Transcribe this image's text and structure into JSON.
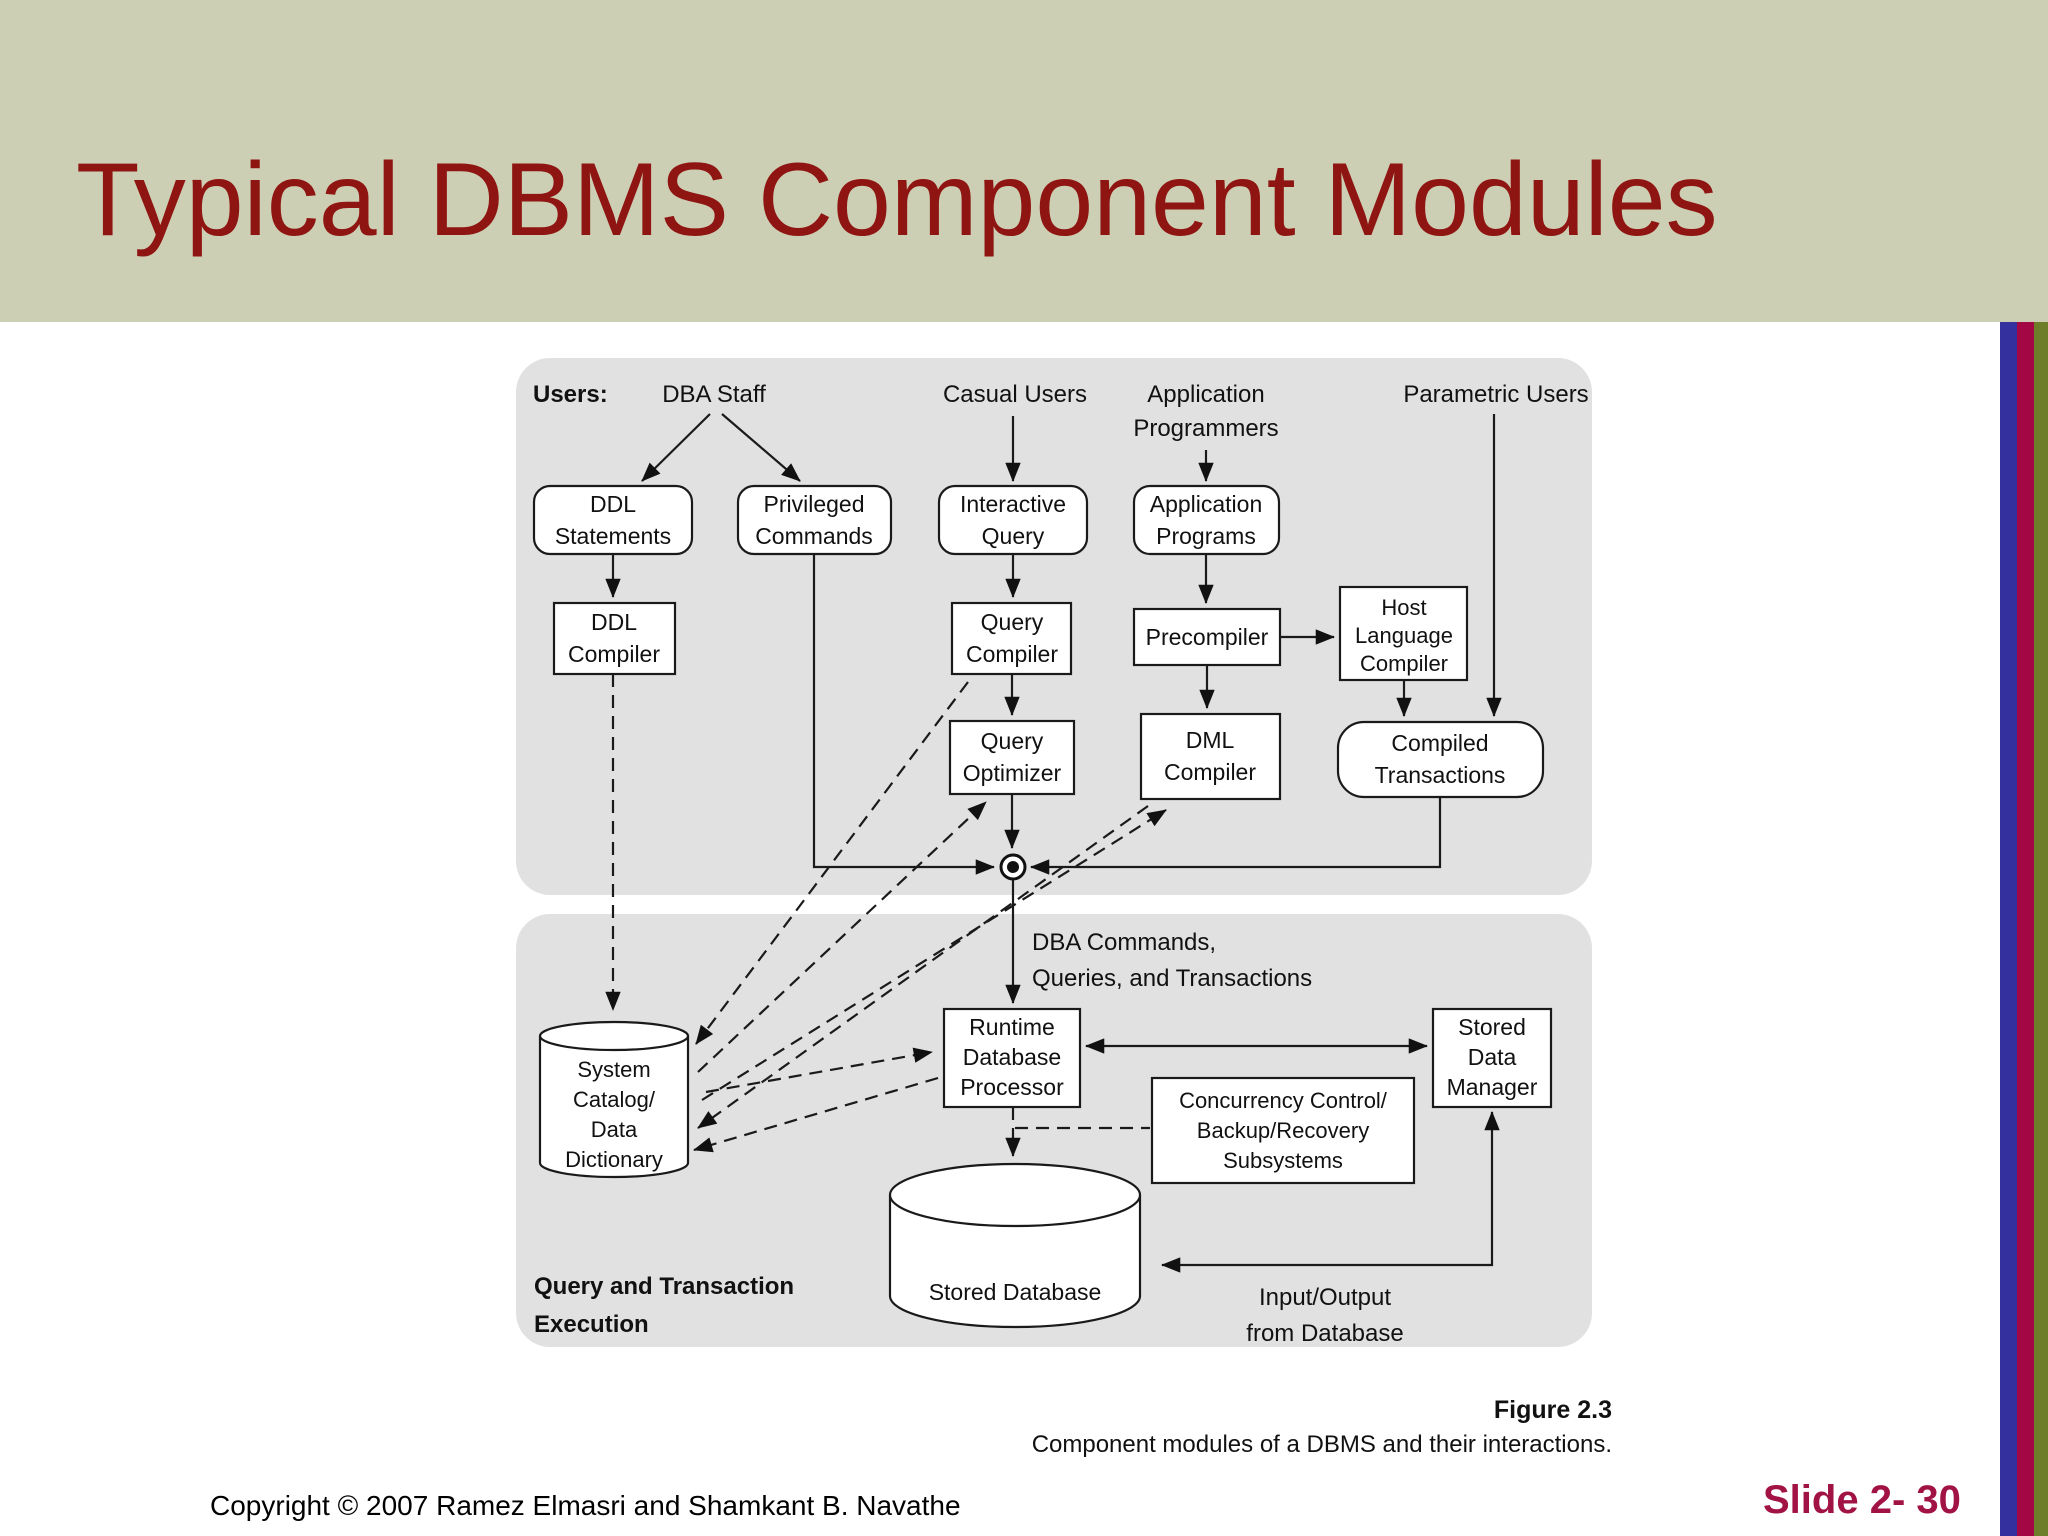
{
  "slide": {
    "title": "Typical DBMS Component Modules",
    "copyright": "Copyright © 2007 Ramez Elmasri and Shamkant B. Navathe",
    "slide_number": "Slide 2- 30",
    "colors": {
      "header_background": "#cdcfb4",
      "title_text": "#8e1511",
      "slide_number_text": "#a21345",
      "stripe_blue": "#34309e",
      "stripe_crimson": "#a30845",
      "stripe_olive": "#6d7e2b",
      "panel_gray": "#e2e1e1",
      "diagram_line": "#1a1a1a"
    }
  },
  "figure": {
    "caption_label": "Figure 2.3",
    "caption_text": "Component modules of a DBMS and their interactions."
  },
  "diagram": {
    "users_label": "Users:",
    "user_groups": {
      "dba_staff": "DBA Staff",
      "casual_users": "Casual Users",
      "application_programmers": [
        "Application",
        "Programmers"
      ],
      "parametric_users": "Parametric Users"
    },
    "nodes": {
      "ddl_statements": [
        "DDL",
        "Statements"
      ],
      "privileged_commands": [
        "Privileged",
        "Commands"
      ],
      "interactive_query": [
        "Interactive",
        "Query"
      ],
      "application_programs": [
        "Application",
        "Programs"
      ],
      "ddl_compiler": [
        "DDL",
        "Compiler"
      ],
      "query_compiler": [
        "Query",
        "Compiler"
      ],
      "precompiler": [
        "Precompiler"
      ],
      "host_language_compiler": [
        "Host",
        "Language",
        "Compiler"
      ],
      "query_optimizer": [
        "Query",
        "Optimizer"
      ],
      "dml_compiler": [
        "DML",
        "Compiler"
      ],
      "compiled_transactions": [
        "Compiled",
        "Transactions"
      ],
      "system_catalog": [
        "System",
        "Catalog/",
        "Data",
        "Dictionary"
      ],
      "runtime_database_processor": [
        "Runtime",
        "Database",
        "Processor"
      ],
      "concurrency_subsystems": [
        "Concurrency Control/",
        "Backup/Recovery",
        "Subsystems"
      ],
      "stored_data_manager": [
        "Stored",
        "Data",
        "Manager"
      ],
      "stored_database": [
        "Stored Database"
      ]
    },
    "edge_labels": {
      "dba_commands": [
        "DBA Commands,",
        "Queries, and Transactions"
      ],
      "io_from_database": [
        "Input/Output",
        "from Database"
      ],
      "section_label": [
        "Query and Transaction",
        "Execution"
      ]
    }
  }
}
